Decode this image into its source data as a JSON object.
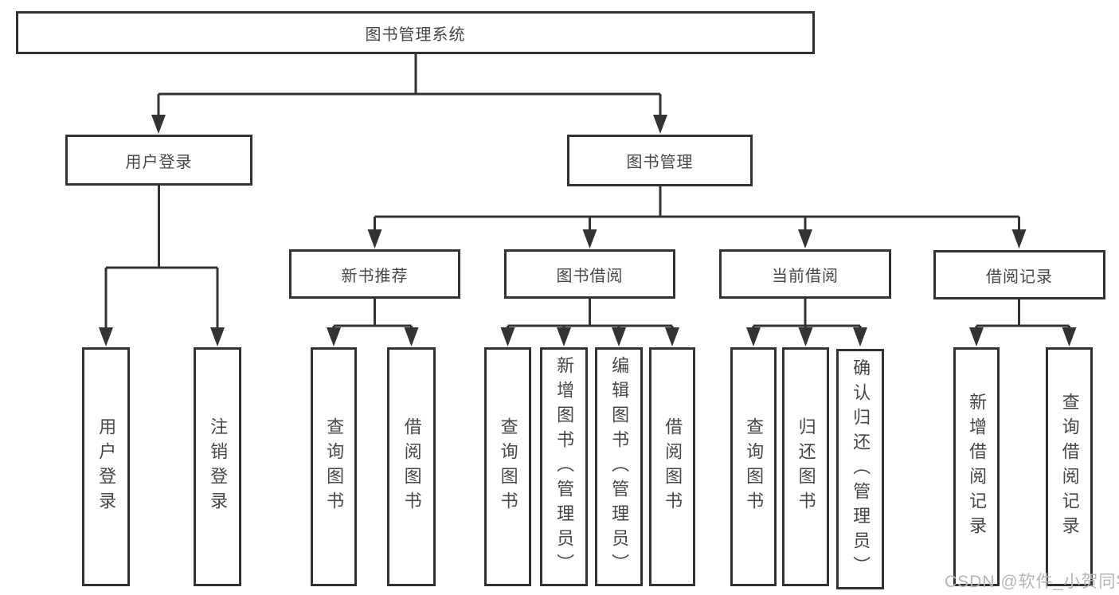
{
  "diagram": {
    "root_label": "图书管理系统",
    "user_branch": {
      "label": "用户登录",
      "children": [
        "用户登录",
        "注销登录"
      ]
    },
    "mgmt_branch": {
      "label": "图书管理",
      "groups": [
        {
          "label": "新书推荐",
          "children": [
            "查询图书",
            "借阅图书"
          ]
        },
        {
          "label": "图书借阅",
          "children": [
            "查询图书",
            "新增图书（管理员）",
            "编辑图书（管理员）",
            "借阅图书"
          ]
        },
        {
          "label": "当前借阅",
          "children": [
            "查询图书",
            "归还图书",
            "确认归还（管理员）"
          ]
        },
        {
          "label": "借阅记录",
          "children": [
            "新增借阅记录",
            "查询借阅记录"
          ]
        }
      ]
    },
    "watermark": "CSDN @软件_小贺同学"
  },
  "colors": {
    "line": "#333333",
    "box_border": "#333333",
    "text": "#474747",
    "watermark": "#b5b5b5",
    "background": "#ffffff"
  }
}
